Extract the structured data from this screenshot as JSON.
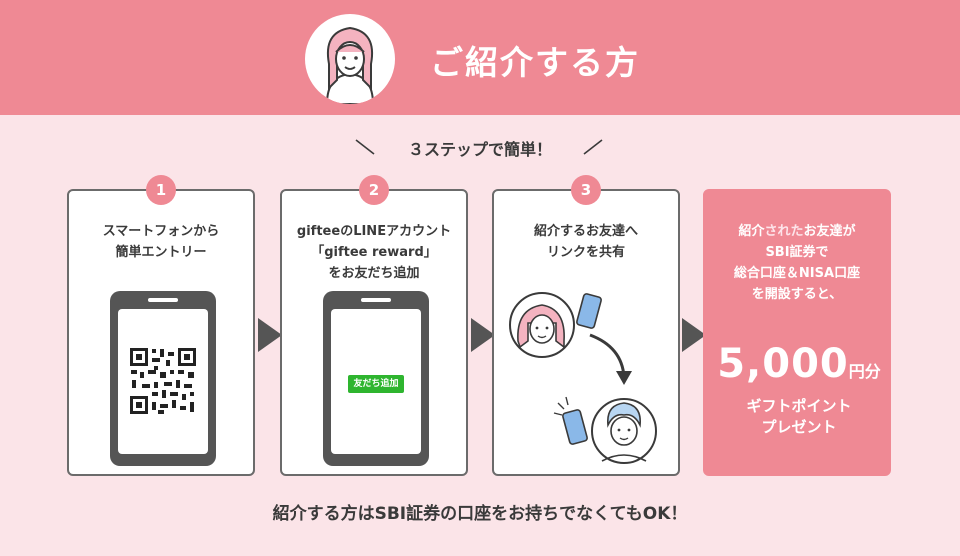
{
  "header": {
    "title": "ご紹介する方"
  },
  "steps_caption": "３ステップで簡単！",
  "steps": [
    {
      "number": "1",
      "text": "スマートフォンから\n簡単エントリー"
    },
    {
      "number": "2",
      "text": "gifteeのLINEアカウント\n「giftee reward」\nをお友だち追加",
      "button_label": "友だち追加"
    },
    {
      "number": "3",
      "text": "紹介するお友達へ\nリンクを共有"
    }
  ],
  "reward": {
    "text_pre": "紹介",
    "text_highlight": "された",
    "text_post": "お友達が\nSBI証券で\n総合口座＆NISA口座\nを開設すると、",
    "amount": "5,000",
    "unit": "円分",
    "gift": "ギフトポイント\nプレゼント"
  },
  "footer_note": "紹介する方はSBI証券の口座をお持ちでなくてもOK！",
  "colors": {
    "pink": "#ef8994",
    "light_pink": "#fbe4e8",
    "green": "#2eb52f",
    "dark": "#555555"
  }
}
